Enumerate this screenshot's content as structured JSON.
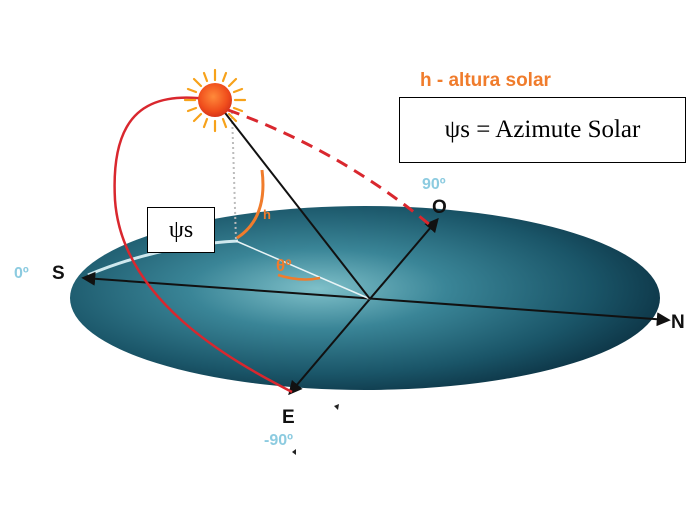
{
  "diagram": {
    "title_label": "h - altura solar",
    "azimuth_box": "ψs = Azimute Solar",
    "psi_box": "ψs",
    "h_label": "h",
    "theta_label": "θº",
    "cardinals": {
      "south": "S",
      "north": "N",
      "east": "E",
      "west": "O"
    },
    "degrees": {
      "south": "0º",
      "west": "90º",
      "east": "-90º"
    },
    "colors": {
      "orange": "#f07c2c",
      "red_path": "#d9272e",
      "disk_dark": "#0f3b4c",
      "disk_light": "#6fb2be",
      "degree_blue": "#8ccbe0",
      "sun": "#f04e1c"
    }
  }
}
